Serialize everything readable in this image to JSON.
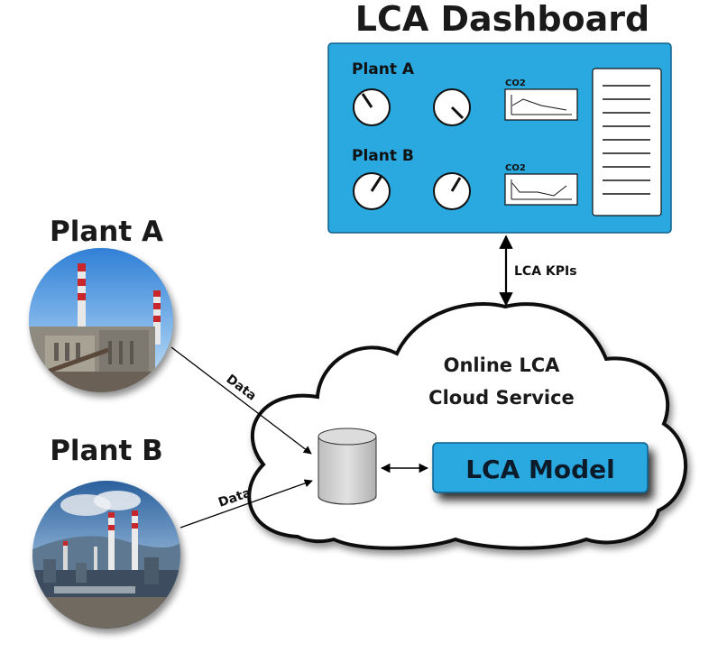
{
  "dashboard": {
    "title": "LCA Dashboard",
    "plant_a_label": "Plant A",
    "plant_b_label": "Plant B",
    "co2_label_a": "CO2",
    "co2_label_b": "CO2",
    "panel_color": "#2aa8e0"
  },
  "plants": {
    "plant_a_title": "Plant A",
    "plant_b_title": "Plant B"
  },
  "connectors": {
    "data_label_a": "Data",
    "data_label_b": "Data",
    "kpi_label": "LCA KPIs"
  },
  "cloud": {
    "title_line1": "Online LCA",
    "title_line2": "Cloud Service",
    "model_label": "LCA Model",
    "model_color": "#2aa8e0"
  }
}
